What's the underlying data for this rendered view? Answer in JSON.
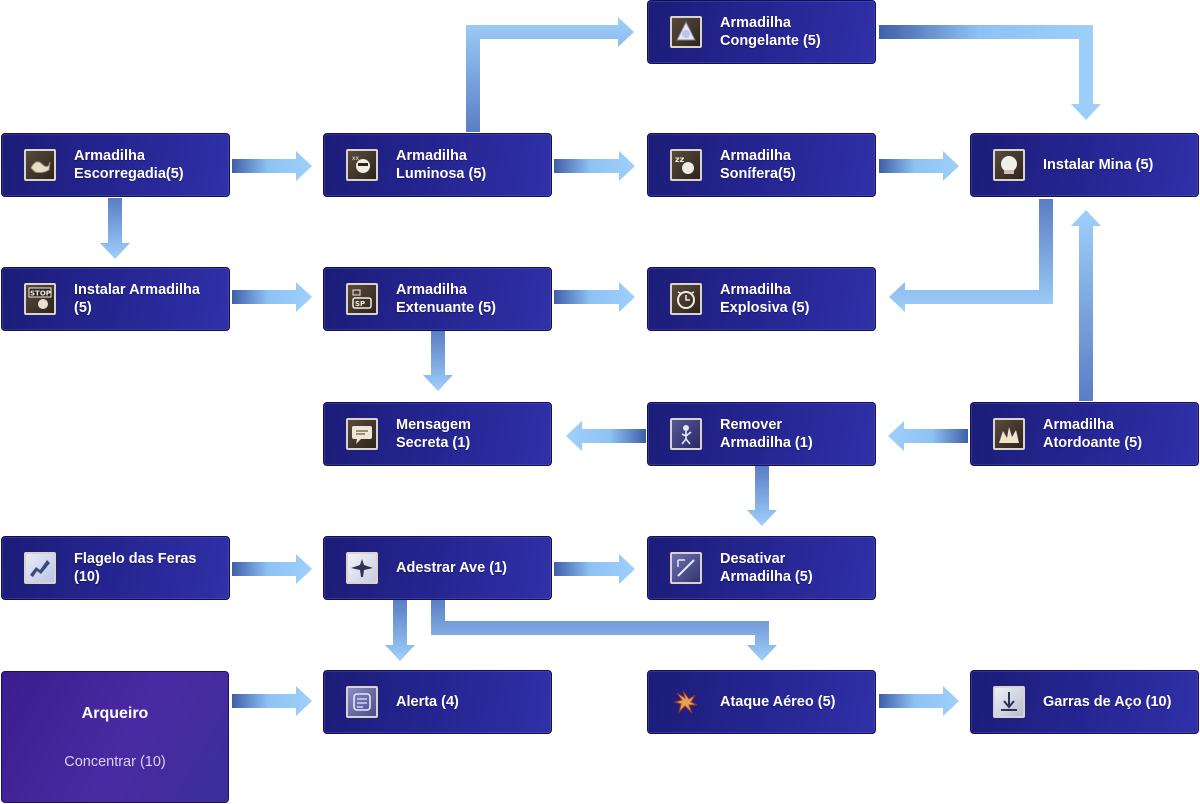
{
  "skill_tree": {
    "class": {
      "name": "Arqueiro",
      "skill": "Concentrar (10)"
    },
    "nodes": {
      "armadilha_congelante": {
        "label": "Armadilha\nCongelante (5)",
        "icon": "ice-trap-icon"
      },
      "armadilha_escorregadia": {
        "label": "Armadilha\nEscorregadia(5)",
        "icon": "slippery-trap-icon"
      },
      "armadilha_luminosa": {
        "label": "Armadilha\nLuminosa (5)",
        "icon": "flash-trap-icon"
      },
      "armadilha_sonifera": {
        "label": "Armadilha\nSonífera(5)",
        "icon": "sleep-trap-icon"
      },
      "instalar_mina": {
        "label": "Instalar Mina (5)",
        "icon": "mine-icon"
      },
      "instalar_armadilha": {
        "label": "Instalar Armadilha\n(5)",
        "icon": "stop-sign-icon"
      },
      "armadilha_extenuante": {
        "label": "Armadilha\nExtenuante (5)",
        "icon": "sp-drain-trap-icon"
      },
      "armadilha_explosiva": {
        "label": "Armadilha\nExplosiva (5)",
        "icon": "bomb-clock-icon"
      },
      "mensagem_secreta": {
        "label": "Mensagem\nSecreta (1)",
        "icon": "message-icon"
      },
      "remover_armadilha": {
        "label": "Remover\nArmadilha (1)",
        "icon": "remove-trap-icon"
      },
      "armadilha_atordoante": {
        "label": "Armadilha\nAtordoante (5)",
        "icon": "stun-trap-icon"
      },
      "flagelo_das_feras": {
        "label": "Flagelo das Feras\n(10)",
        "icon": "beast-bane-icon"
      },
      "adestrar_ave": {
        "label": "Adestrar Ave (1)",
        "icon": "falcon-icon"
      },
      "desativar_armadilha": {
        "label": "Desativar\nArmadilha (5)",
        "icon": "disarm-icon"
      },
      "alerta": {
        "label": "Alerta (4)",
        "icon": "alert-icon"
      },
      "ataque_aereo": {
        "label": "Ataque Aéreo (5)",
        "icon": "blitz-beat-icon"
      },
      "garras_de_aco": {
        "label": "Garras de Aço (10)",
        "icon": "steel-claw-icon"
      }
    }
  },
  "colors": {
    "node_fill": "#262694",
    "class_fill": "#4a2aa2",
    "arrow": "#8ec2f4",
    "text": "#ffffff"
  }
}
